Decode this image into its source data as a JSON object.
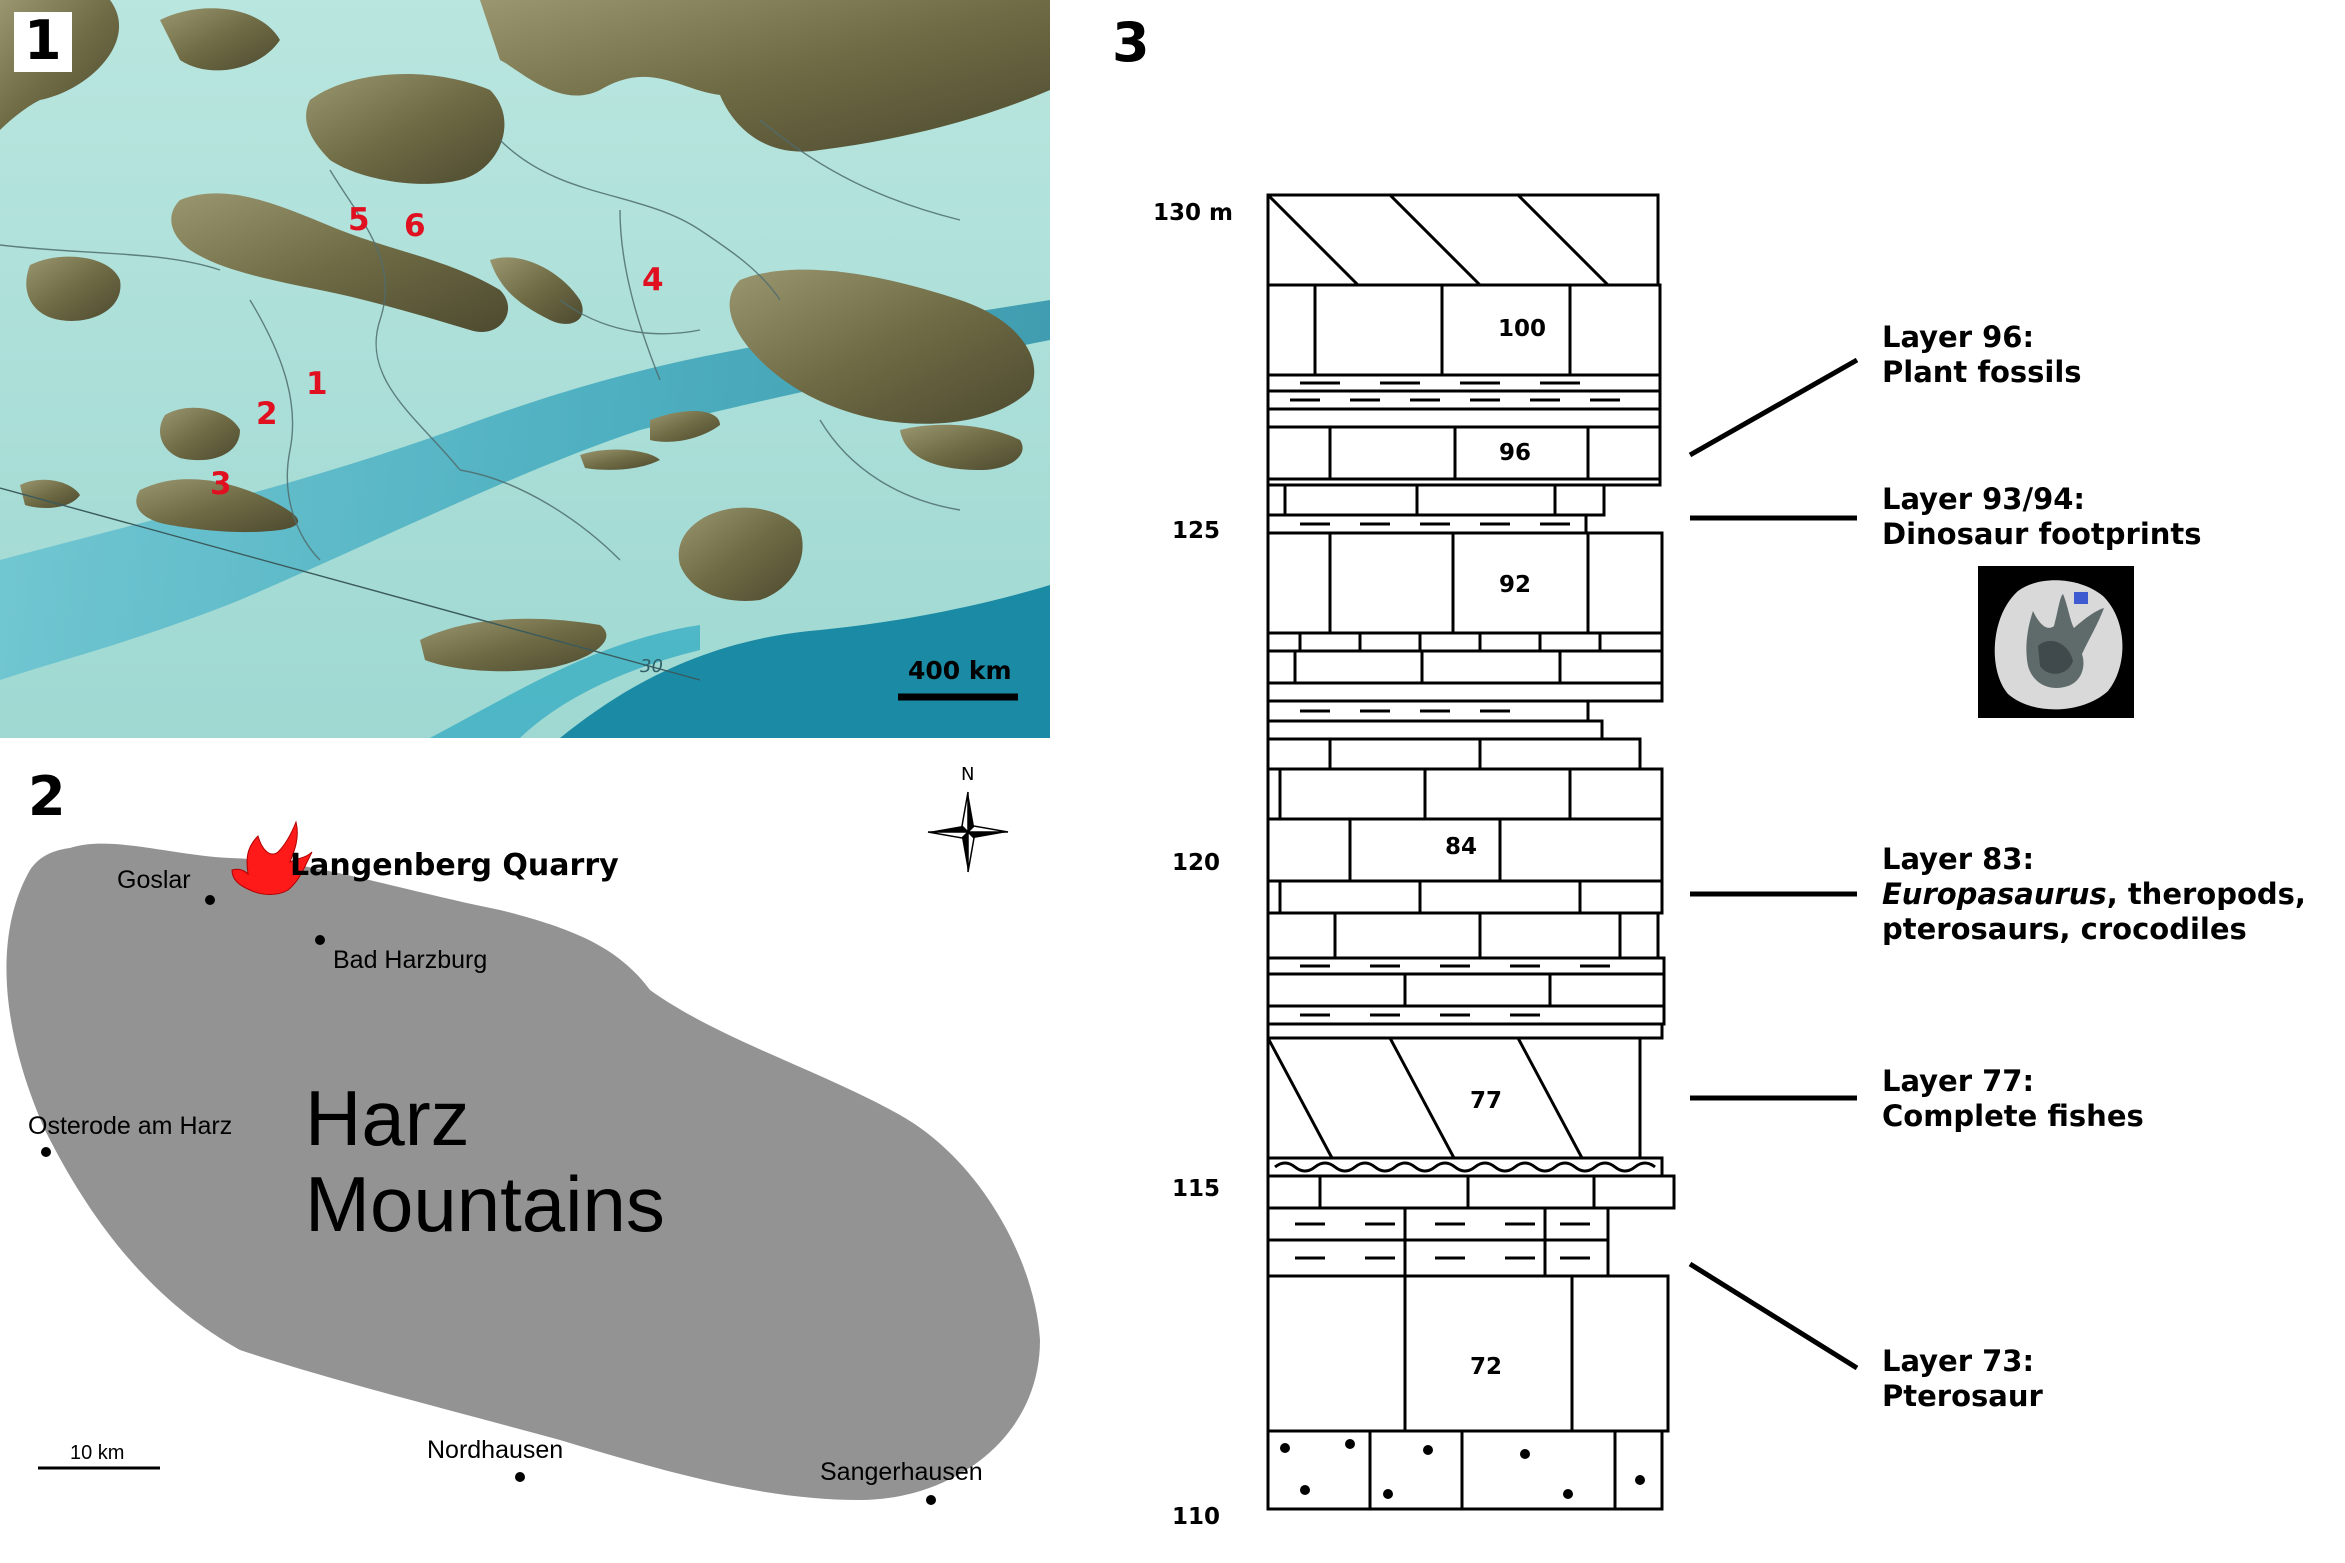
{
  "panels": {
    "p1": "1",
    "p2": "2",
    "p3": "3"
  },
  "paleomap": {
    "site_labels": [
      "5",
      "6",
      "4",
      "1",
      "2",
      "3"
    ],
    "scale_label": "400 km",
    "contour_label": "30",
    "colors": {
      "sea_shallow": "#a9ded8",
      "sea_deep": "#1f8fa8",
      "land": "#7d7a52",
      "site_marker": "#e01020"
    }
  },
  "harz_map": {
    "title": "Langenberg Quarry",
    "region_line1": "Harz",
    "region_line2": "Mountains",
    "towns": [
      "Goslar",
      "Bad Harzburg",
      "Osterode am Harz",
      "Nordhausen",
      "Sangerhausen"
    ],
    "scale_label": "10 km",
    "north_label": "N",
    "colors": {
      "region": "#939393",
      "quarry_marker": "#ff1a1a"
    }
  },
  "section": {
    "depth_labels": [
      "130 m",
      "125",
      "120",
      "115",
      "110"
    ],
    "layer_numbers": [
      "100",
      "96",
      "92",
      "84",
      "77",
      "72"
    ],
    "annotations": {
      "a96_title": "Layer 96:",
      "a96_text": "Plant fossils",
      "a93_title": "Layer 93/94:",
      "a93_text": "Dinosaur footprints",
      "a83_title": "Layer 83:",
      "a83_taxon": "Europasaurus",
      "a83_rest": ", theropods,",
      "a83_line3": "pterosaurs, crocodiles",
      "a77_title": "Layer 77:",
      "a77_text": "Complete fishes",
      "a73_title": "Layer 73:",
      "a73_text": "Pterosaur"
    }
  }
}
